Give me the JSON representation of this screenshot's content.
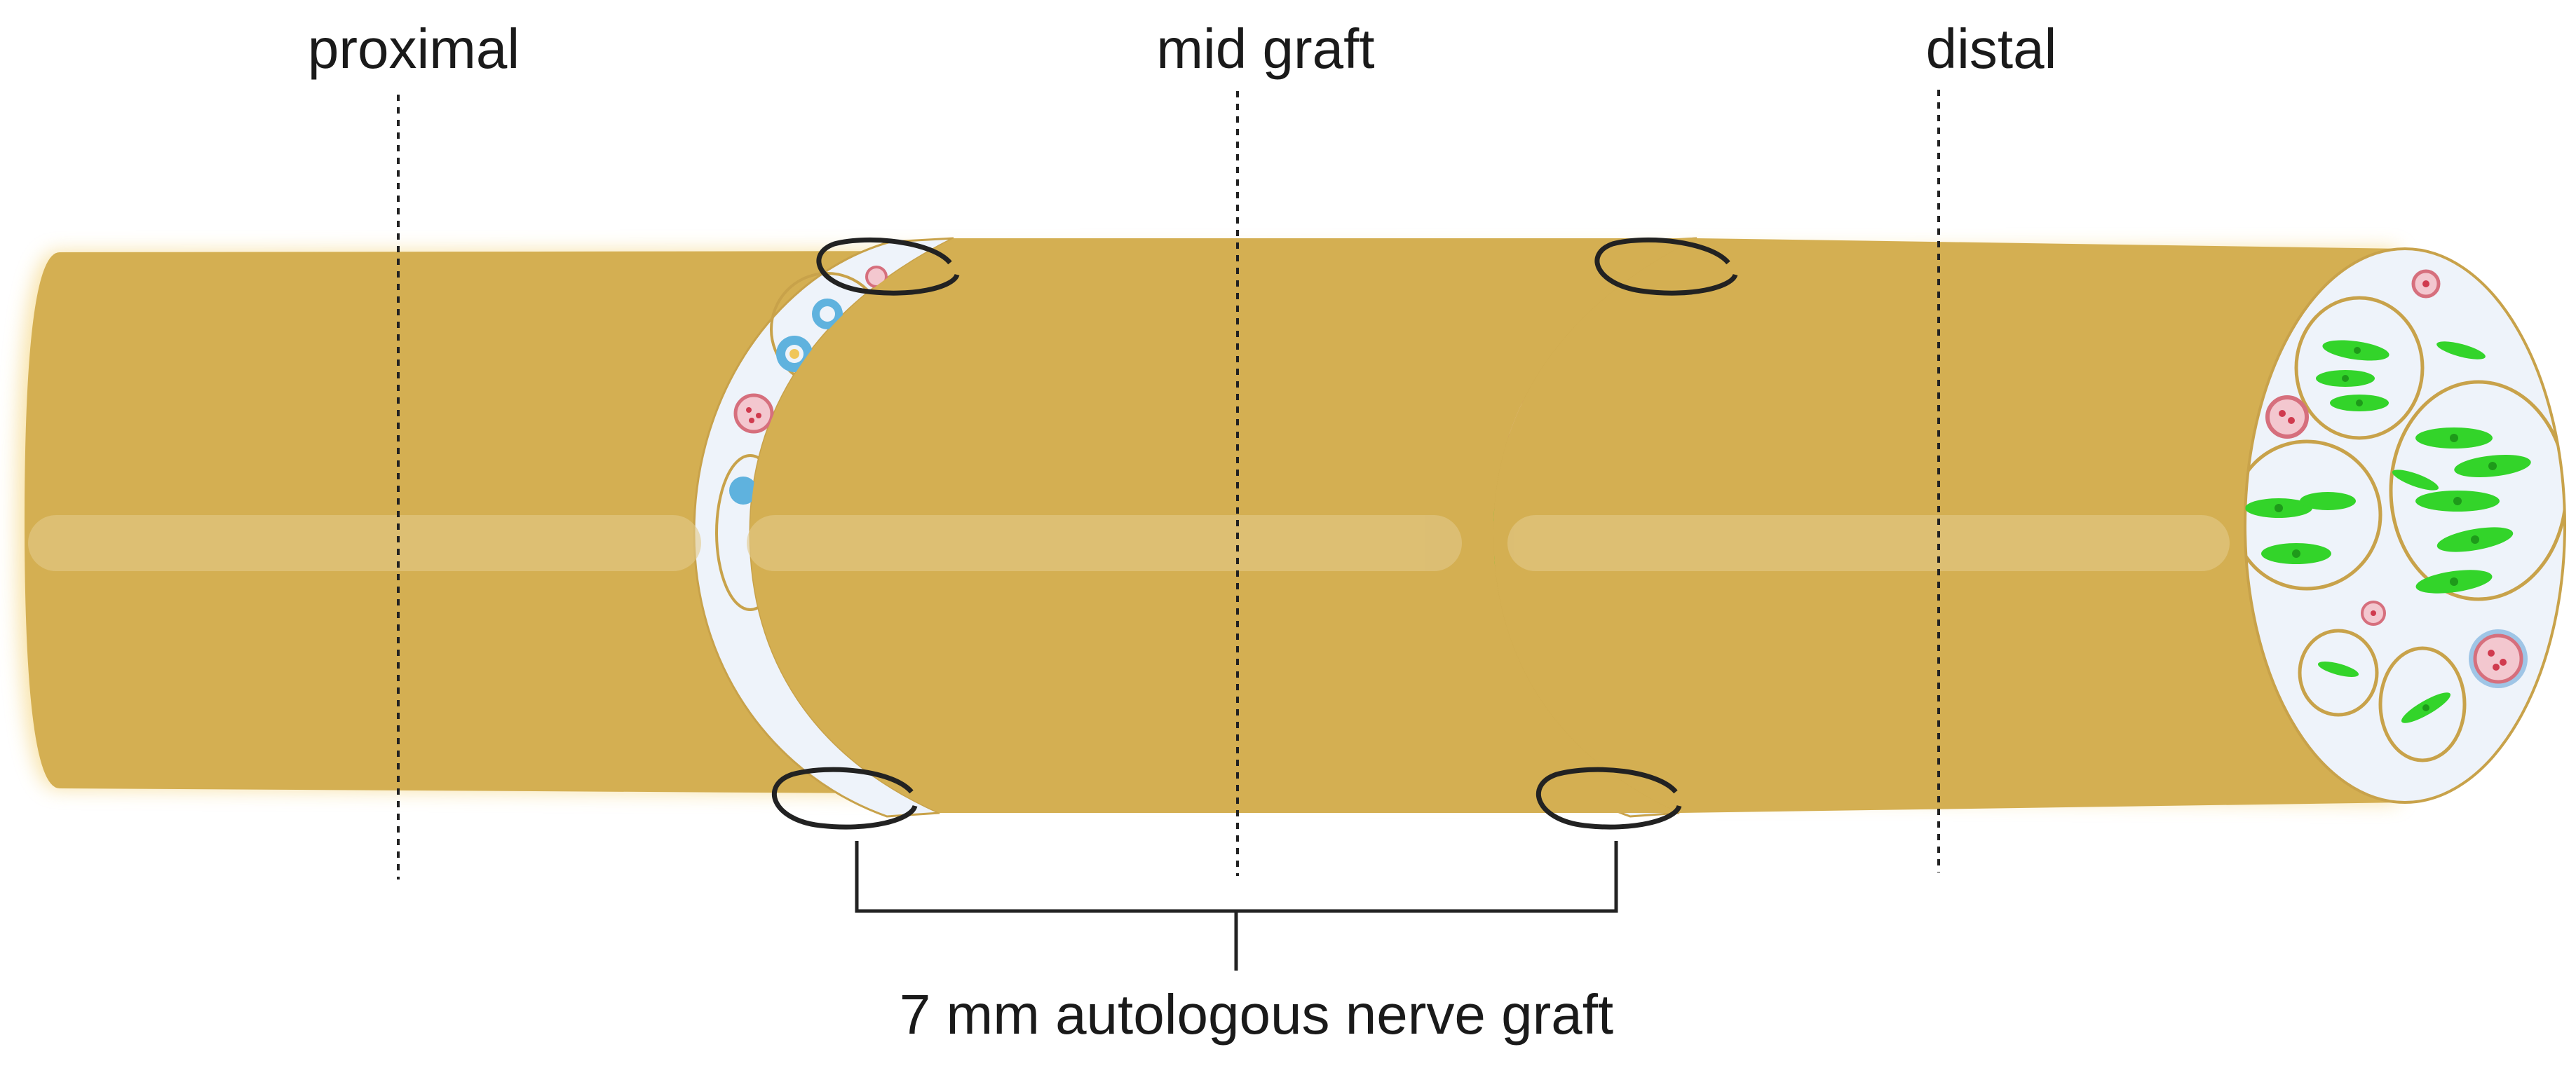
{
  "labels": {
    "proximal": "proximal",
    "mid_graft": "mid graft",
    "distal": "distal",
    "graft": "7 mm autologous nerve graft"
  },
  "colors": {
    "nerve": "#D4AF52",
    "cross_section_fill": "#EEF3FA",
    "fascicle_border": "#C8A24A",
    "axon_green": "#33D42A",
    "vessel_pink": "#D66F7D",
    "myelin_blue": "#5FB2DE",
    "suture": "#222222"
  },
  "icons": {
    "suture_loop": "suture-loop-icon",
    "blood_vessel": "blood-vessel-icon",
    "schwann_cell": "schwann-cell-icon"
  }
}
